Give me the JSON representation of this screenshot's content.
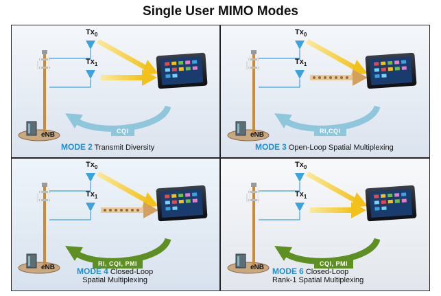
{
  "title": "Single User MIMO Modes",
  "tx0": {
    "base": "Tx",
    "sub": "0"
  },
  "tx1": {
    "base": "Tx",
    "sub": "1"
  },
  "enb_label": "eNB",
  "panels": [
    {
      "mode_word": "MODE",
      "mode_num": "2",
      "desc_line1": "Transmit Diversity",
      "desc_line2": "",
      "feedback": "CQI",
      "feedback_color": "#8fc6dc",
      "stream2": "solid"
    },
    {
      "mode_word": "MODE",
      "mode_num": "3",
      "desc_line1": "Open-Loop Spatial Multiplexing",
      "desc_line2": "",
      "feedback": "RI,CQI",
      "feedback_color": "#8fc6dc",
      "stream2": "dotted"
    },
    {
      "mode_word": "MODE",
      "mode_num": "4",
      "desc_line1": "Closed-Loop",
      "desc_line2": "Spatial Multiplexing",
      "feedback": "RI, CQI, PMI",
      "feedback_color": "#5d8f22",
      "stream2": "dotted"
    },
    {
      "mode_word": "MODE",
      "mode_num": "6",
      "desc_line1": "Closed-Loop",
      "desc_line2": "Rank-1 Spatial Multiplexing",
      "feedback": "CQI, PMI",
      "feedback_color": "#5d8f22",
      "stream2": "solid"
    }
  ],
  "colors": {
    "mode_blue": "#1c8fd0",
    "beam_yellow": "#f2c21a",
    "dotted_beam": "#d4a060",
    "antenna_blue": "#3ba3de",
    "feedback_light": "#8fc6dc",
    "feedback_green": "#5d8f22"
  }
}
